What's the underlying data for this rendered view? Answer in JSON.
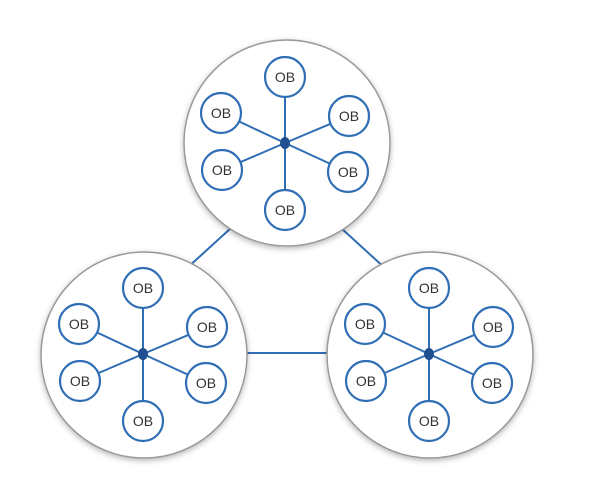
{
  "diagram": {
    "node_label": "OB",
    "clusters": [
      {
        "id": "top",
        "nodes": [
          "OB",
          "OB",
          "OB",
          "OB",
          "OB",
          "OB"
        ]
      },
      {
        "id": "bottom-left",
        "nodes": [
          "OB",
          "OB",
          "OB",
          "OB",
          "OB",
          "OB"
        ]
      },
      {
        "id": "bottom-right",
        "nodes": [
          "OB",
          "OB",
          "OB",
          "OB",
          "OB",
          "OB"
        ]
      }
    ],
    "links": [
      [
        "top",
        "bottom-left"
      ],
      [
        "top",
        "bottom-right"
      ],
      [
        "bottom-left",
        "bottom-right"
      ]
    ],
    "colors": {
      "line": "#2f6db5",
      "hub": "#1f4f8f",
      "node_stroke": "#2f6db5",
      "node_fill": "#ffffff",
      "cluster_stroke": "#9a9a9a",
      "cluster_fill": "#ffffff",
      "text": "#333333"
    }
  }
}
